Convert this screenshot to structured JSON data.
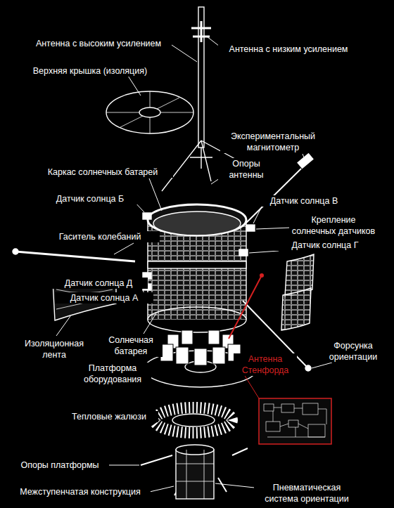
{
  "diagram": {
    "labels": [
      "Антенна с высоким усилением",
      "Антенна с низким усилением",
      "Верхняя крышка (изоляция)",
      "Экспериментальный магнитометр",
      "Каркас солнечных батарей",
      "Опоры антенны",
      "Датчик солнца Б",
      "Датчик солнца В",
      "Крепление солнечных датчиков",
      "Гаситель колебаний",
      "Датчик солнца Г",
      "Датчик солнца Д",
      "Датчик солнца А",
      "Изоляционная лента",
      "Солнечная батарея",
      "Антенна Стенфорда",
      "Форсунка ориентации",
      "Платформа оборудования",
      "Тепловые жалюзи",
      "Опоры платформы",
      "Межступенчатая конструкция",
      "Пневматическая система ориентации"
    ]
  }
}
